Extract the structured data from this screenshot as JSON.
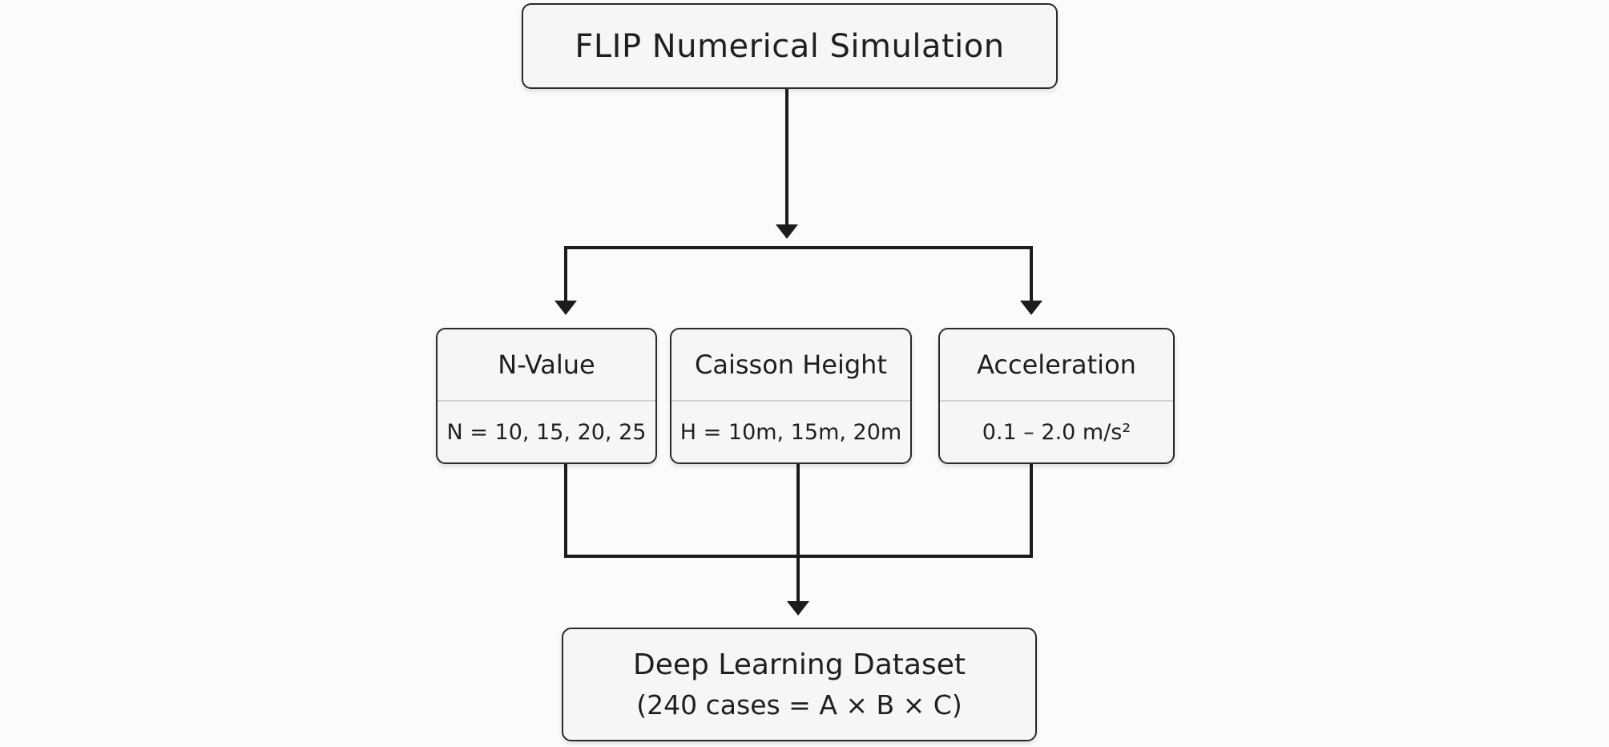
{
  "top_box": {
    "title": "FLIP Numerical Simulation"
  },
  "parameters": [
    {
      "name": "N-Value",
      "value": "N = 10, 15, 20, 25"
    },
    {
      "name": "Caisson Height",
      "value": "H = 10m, 15m, 20m"
    },
    {
      "name": "Acceleration",
      "value": "0.1 – 2.0 m/s²"
    }
  ],
  "bottom_box": {
    "title": "Deep Learning Dataset",
    "subtitle": "(240 cases = A × B × C)"
  },
  "colors": {
    "line": "#1c1c1c",
    "box_border": "#2a2a2a",
    "box_fill": "#f6f6f6",
    "divider": "#cfcfcf",
    "background": "#fbfbfb"
  }
}
